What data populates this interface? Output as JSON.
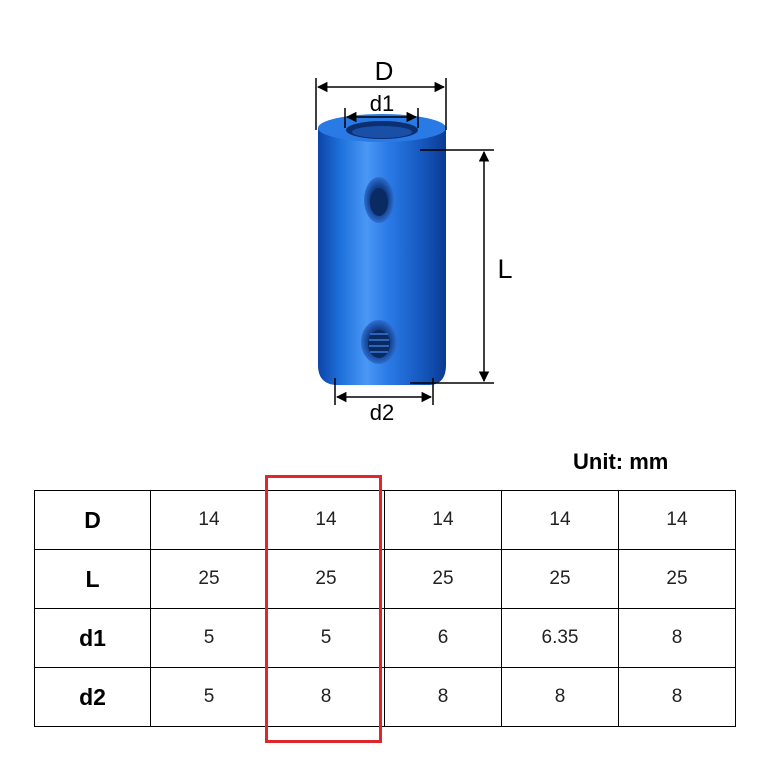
{
  "diagram": {
    "labels": {
      "outer_diameter": "D",
      "bore1": "d1",
      "length": "L",
      "bore2": "d2"
    },
    "colors": {
      "body": "#1f6fd6",
      "dark": "#0c3f9e",
      "light": "#63a8ff"
    }
  },
  "unit_label": "Unit: mm",
  "table": {
    "rows": [
      {
        "header": "D",
        "values": [
          "14",
          "14",
          "14",
          "14",
          "14"
        ]
      },
      {
        "header": "L",
        "values": [
          "25",
          "25",
          "25",
          "25",
          "25"
        ]
      },
      {
        "header": "d1",
        "values": [
          "5",
          "5",
          "6",
          "6.35",
          "8"
        ]
      },
      {
        "header": "d2",
        "values": [
          "5",
          "8",
          "8",
          "8",
          "8"
        ]
      }
    ],
    "highlighted_column": 2,
    "highlight_color": "#e0262a"
  }
}
